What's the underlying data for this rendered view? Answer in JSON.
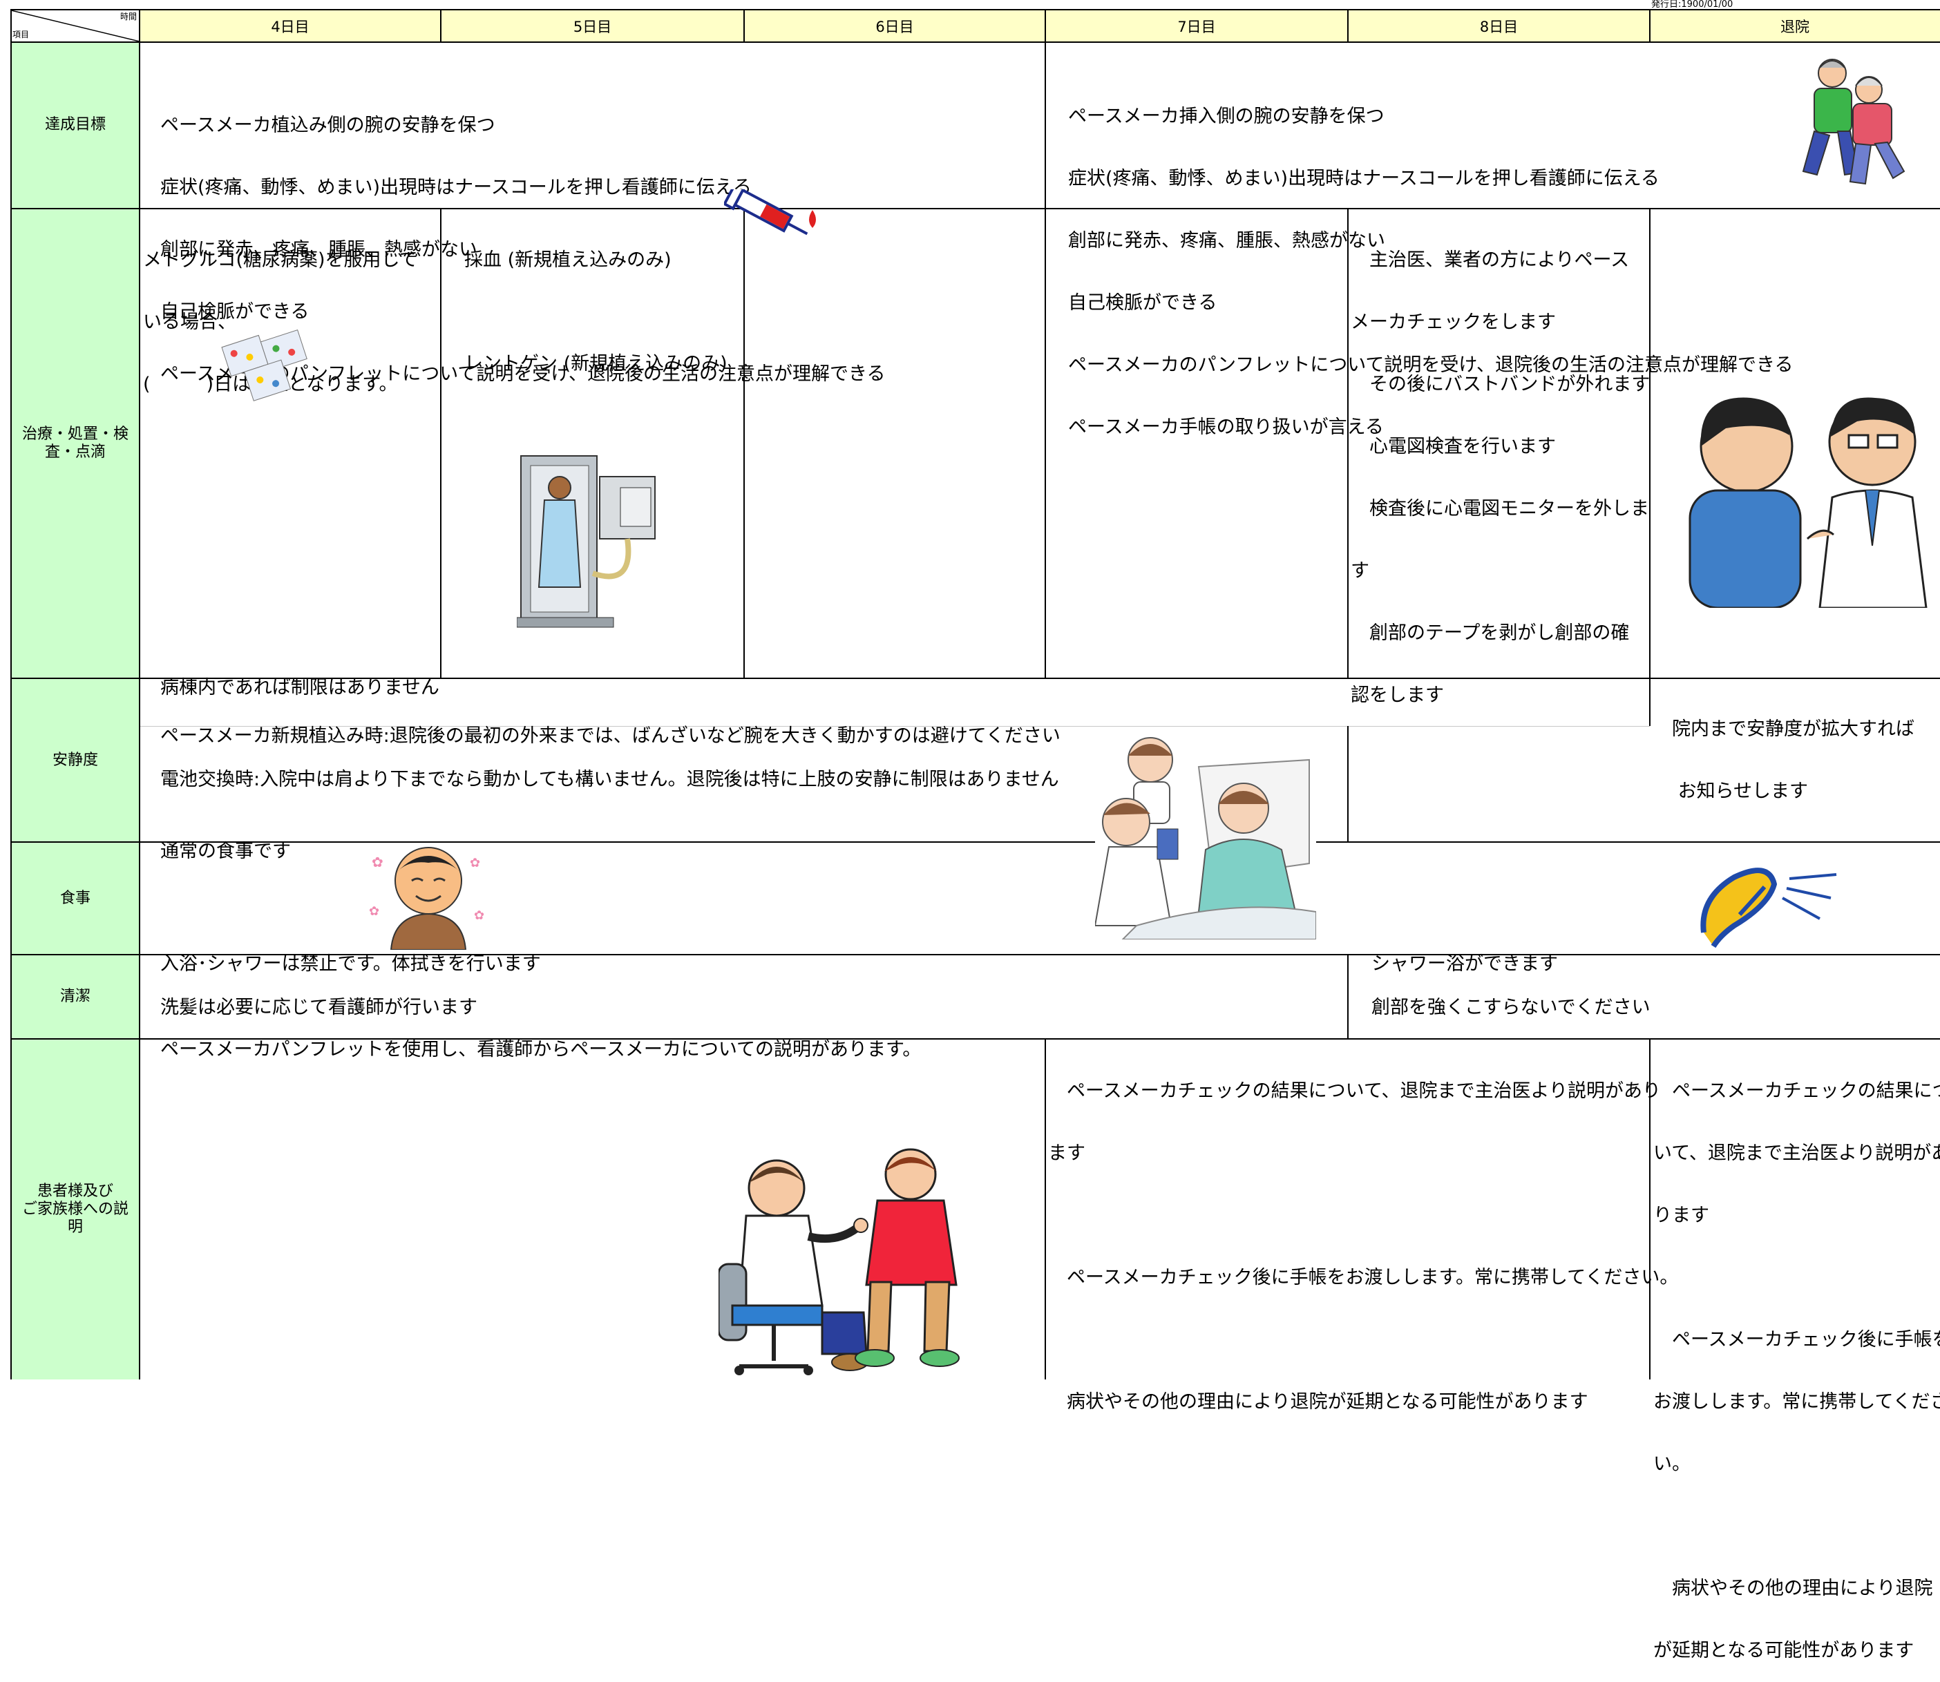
{
  "issue_date": "発行日:1900/01/00",
  "corner": {
    "time_label": "時間",
    "item_label": "項目"
  },
  "columns": [
    "4日目",
    "5日目",
    "6日目",
    "7日目",
    "8日目",
    "退院"
  ],
  "rows": {
    "goals": {
      "label": "達成目標",
      "left": [
        "ペースメーカ植込み側の腕の安静を保つ",
        "症状(疼痛、動悸、めまい)出現時はナースコールを押し看護師に伝える",
        "創部に発赤、疼痛、腫脹、熱感がない",
        "自己検脈ができる",
        "ペースメーカのパンフレットについて説明を受け、退院後の生活の注意点が理解できる"
      ],
      "right": [
        "ペースメーカ挿入側の腕の安静を保つ",
        "症状(疼痛、動悸、めまい)出現時はナースコールを押し看護師に伝える",
        "創部に発赤、疼痛、腫脹、熱感がない",
        "自己検脈ができる",
        "ペースメーカのパンフレットについて説明を受け、退院後の生活の注意点が理解できる",
        "ペースメーカ手帳の取り扱いが言える"
      ]
    },
    "treatment": {
      "label_lines": [
        "治療・処置・検",
        "査・点滴"
      ],
      "day4": [
        "メトグルコ(糖尿病薬)を服用して",
        "いる場合、",
        "(　　　)日は中止となります。"
      ],
      "day5": [
        "採血 (新規植え込みのみ)",
        "",
        "レントゲン (新規植え込みのみ)"
      ],
      "day8": [
        "　主治医、業者の方によりペース",
        "メーカチェックをします",
        "　その後にバストバンドが外れます",
        "　心電図検査を行います",
        "　検査後に心電図モニターを外しま",
        "す",
        "　創部のテープを剥がし創部の確",
        "認をします"
      ]
    },
    "rest": {
      "label": "安静度",
      "line1": "病棟内であれば制限はありません",
      "discharge": [
        "院内まで安静度が拡大すれば",
        " お知らせします"
      ],
      "line2": "ペースメーカ新規植込み時:退院後の最初の外来までは、ばんざいなど腕を大きく動かすのは避けてください",
      "line3": "電池交換時:入院中は肩より下までなら動かしても構いません。退院後は特に上肢の安静に制限はありません"
    },
    "meal": {
      "label": "食事",
      "text": "通常の食事です"
    },
    "hygiene": {
      "label": "清潔",
      "left1": "入浴･シャワーは禁止です。体拭きを行います",
      "left2": "洗髪は必要に応じて看護師が行います",
      "right1": "シャワー浴ができます",
      "right2": "創部を強くこすらないでください"
    },
    "explain": {
      "label_lines": [
        "患者様及び",
        "ご家族様への説",
        "明"
      ],
      "left": "ペースメーカパンフレットを使用し、看護師からペースメーカについての説明があります。",
      "mid": [
        "　ペースメーカチェックの結果について、退院まで主治医より説明があり",
        "ます",
        "",
        "　ペースメーカチェック後に手帳をお渡しします。常に携帯してください。",
        "",
        "　病状やその他の理由により退院が延期となる可能性があります"
      ],
      "discharge": [
        "　ペースメーカチェックの結果につ",
        "いて、退院まで主治医より説明があ",
        "ります",
        "",
        "　ペースメーカチェック後に手帳を",
        "お渡しします。常に携帯してくださ",
        "い。",
        "",
        "　病状やその他の理由により退院",
        "が延期となる可能性があります"
      ]
    }
  }
}
